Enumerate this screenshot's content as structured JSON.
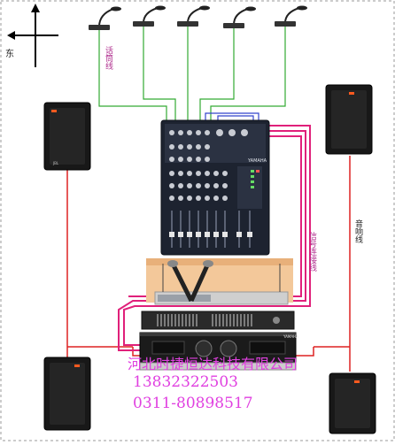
{
  "diagram": {
    "labels": {
      "compass_east": "东",
      "mic_cable": "话筒线",
      "signal_cable": "信号连接线",
      "speaker_cable": "音响线",
      "mixer_brand": "YAMAHA",
      "amp_brand": "YAMAHA",
      "speaker_brand": "JBL"
    },
    "company": {
      "name": "河北时捷恒达科技有限公司",
      "phone": "13832322503",
      "landline": "0311-80898517"
    },
    "colors": {
      "mic_cable": "#33aa33",
      "signal_cable": "#e0207a",
      "speaker_cable": "#dd2222",
      "mixer_link": "#3344cc",
      "company_text": "#e040e0"
    }
  }
}
